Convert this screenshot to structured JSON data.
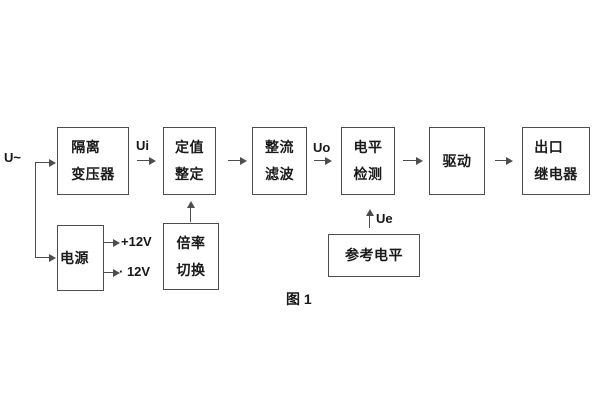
{
  "figure_caption": "图 1",
  "signal_labels": {
    "input": "U~",
    "ui": "Ui",
    "uo": "Uo",
    "ue": "Ue",
    "rail_positive": "+12V",
    "rail_negative": "· 12V"
  },
  "blocks": {
    "isolation_transformer": {
      "line1": "隔离",
      "line2": "变压器"
    },
    "setting_adjust": {
      "line1": "定值",
      "line2": "整定"
    },
    "rectifier_filter": {
      "line1": "整流",
      "line2": "滤波"
    },
    "level_detector": {
      "line1": "电平",
      "line2": "检测"
    },
    "driver": {
      "line1": "驱动"
    },
    "output_relay": {
      "line1": "出口",
      "line2": "继电器"
    },
    "power_supply": {
      "line1": "电源"
    },
    "ratio_switch": {
      "line1": "倍率",
      "line2": "切换"
    },
    "reference_level": {
      "line1": "参考电平"
    }
  },
  "flow": [
    "U~ -> 隔离变压器",
    "U~ -> 电源",
    "隔离变压器 -Ui-> 定值整定",
    "定值整定 -> 整流滤波",
    "整流滤波 -Uo-> 电平检测",
    "电平检测 -> 驱动",
    "驱动 -> 出口继电器",
    "倍率切换 -> 定值整定",
    "参考电平 -Ue-> 电平检测",
    "电源 -> +12V",
    "电源 -> · 12V"
  ],
  "colors": {
    "line": "#4d4d4d",
    "text": "#1a1a1a",
    "background": "#ffffff"
  }
}
